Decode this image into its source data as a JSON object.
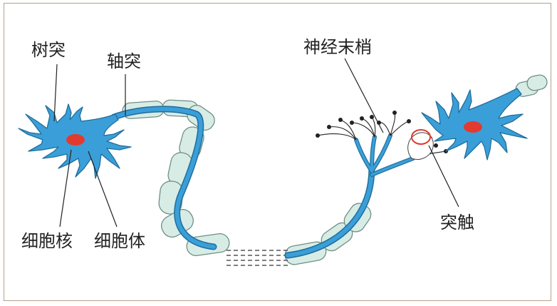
{
  "labels": {
    "dendrite": "树突",
    "axon": "轴突",
    "nucleus": "细胞核",
    "cell_body": "细胞体",
    "nerve_terminal": "神经末梢",
    "synapse": "突触"
  },
  "colors": {
    "neuron": "#3a9fd8",
    "neuron_outline": "#1f6e9c",
    "myelin": "#d8ece6",
    "myelin_outline": "#6f8f86",
    "nucleus": "#e23a2e",
    "synapse_circle": "#e0392b",
    "frame": "#b5a08a",
    "line": "#222222"
  }
}
